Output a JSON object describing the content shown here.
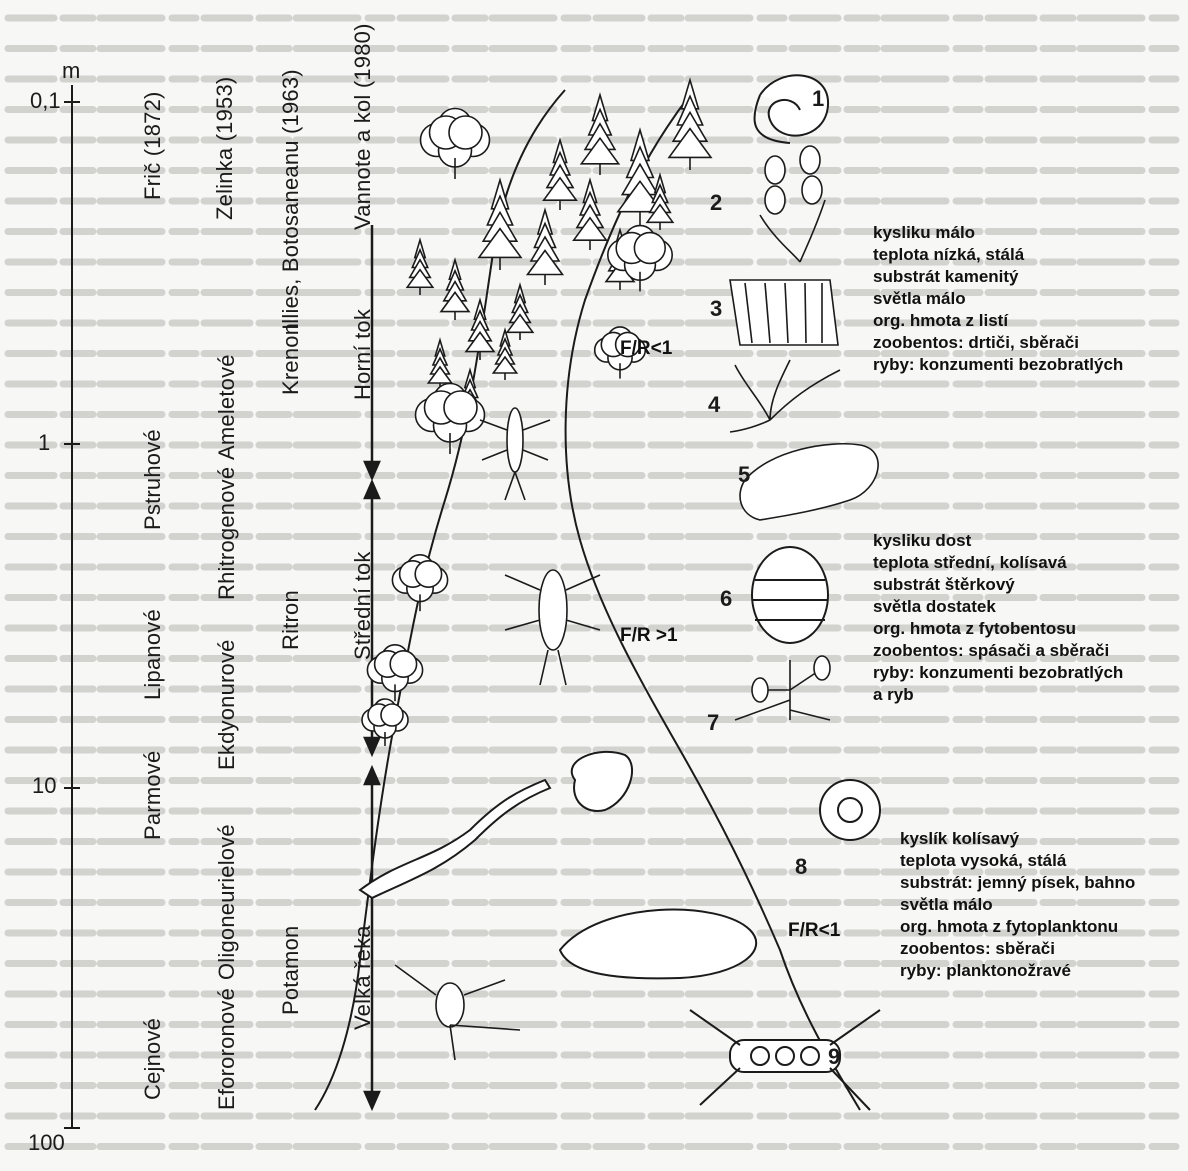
{
  "colors": {
    "ink": "#1b1b1b",
    "paper": "#f7f7f5",
    "ghost_text": "#c9c9c6"
  },
  "axis": {
    "unit": "m",
    "ticks": [
      {
        "label": "0,1",
        "value": 0.1
      },
      {
        "label": "1",
        "value": 1
      },
      {
        "label": "10",
        "value": 10
      },
      {
        "label": "100",
        "value": 100
      }
    ]
  },
  "columns": {
    "fric": {
      "author": "Frič (1872)",
      "zones": [
        "Pstruhové",
        "Lipanové",
        "Parmové",
        "Cejnové"
      ]
    },
    "zelinka": {
      "author": "Zelinka (1953)",
      "zones": [
        "Rhitrogenové",
        "Ameletové",
        "Ekdyonurové",
        "Oligoneurielové",
        "Efororonové"
      ]
    },
    "illies": {
      "author": "Illies, Botosaneanu (1963)",
      "zones": [
        "Krenon",
        "Ritron",
        "Potamon"
      ]
    },
    "vannote": {
      "author": "Vannote a kol (1980)",
      "sections": [
        "Horní tok",
        "Střední tok",
        "Velká řeka"
      ]
    }
  },
  "numbers": [
    "1",
    "2",
    "3",
    "4",
    "5",
    "6",
    "7",
    "8",
    "9"
  ],
  "ratios": [
    "F/R<1",
    "F/R >1",
    "F/R<1"
  ],
  "conditions": [
    {
      "lines": [
        "kysliku málo",
        "teplota nízká, stálá",
        "substrát kamenitý",
        "světla málo",
        "org. hmota z listí",
        "zoobentos: drtiči, sběrači",
        "ryby: konzumenti bezobratlých"
      ]
    },
    {
      "lines": [
        "kysliku dost",
        "teplota střední, kolísavá",
        "substrát štěrkový",
        "světla dostatek",
        "org. hmota z fytobentosu",
        "zoobentos: spásači a sběrači",
        "ryby: konzumenti bezobratlých",
        "a ryb"
      ]
    },
    {
      "lines": [
        "kyslík kolísavý",
        "teplota vysoká, stálá",
        "substrát: jemný písek, bahno",
        "světla málo",
        "org. hmota z fytoplanktonu",
        "zoobentos: sběrači",
        "ryby: planktonožravé"
      ]
    }
  ]
}
